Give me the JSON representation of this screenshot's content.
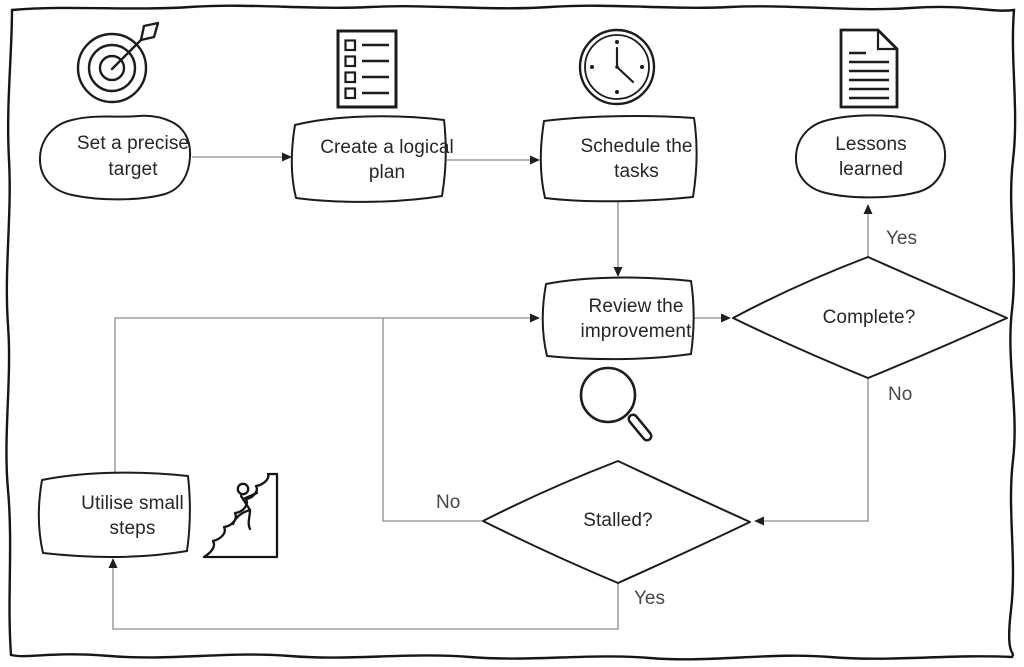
{
  "nodes": {
    "set_target": {
      "label": "Set a precise target"
    },
    "create_plan": {
      "label": "Create a logical plan"
    },
    "schedule_tasks": {
      "label": "Schedule the tasks"
    },
    "lessons_learned": {
      "label": "Lessons learned"
    },
    "review_improvement": {
      "label": "Review the improvement"
    },
    "complete": {
      "label": "Complete?"
    },
    "stalled": {
      "label": "Stalled?"
    },
    "small_steps": {
      "label": "Utilise small steps"
    }
  },
  "edge_labels": {
    "complete_yes": "Yes",
    "complete_no": "No",
    "stalled_no": "No",
    "stalled_yes": "Yes"
  },
  "icons": {
    "target": "target-icon",
    "checklist": "checklist-icon",
    "clock": "clock-icon",
    "document": "document-icon",
    "magnifier": "magnifier-icon",
    "climber": "climber-icon"
  },
  "colors": {
    "ink": "#1f1f1f",
    "connector": "#8c8c8c",
    "background": "#ffffff"
  }
}
